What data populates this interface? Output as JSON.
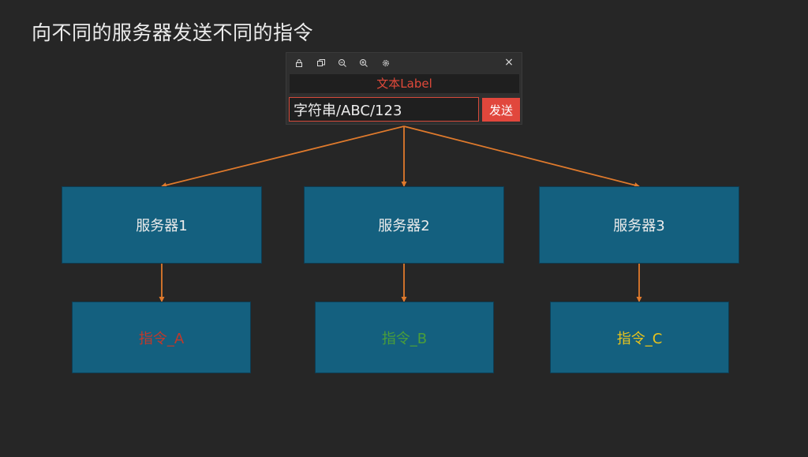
{
  "page_title": "向不同的服务器发送不同的指令",
  "widget": {
    "toolbar_icons": [
      "lock-icon",
      "copy-icon",
      "zoom-out-icon",
      "zoom-in-icon",
      "settings-icon"
    ],
    "close_glyph": "×",
    "text_label": "文本Label",
    "input_value": "字符串/ABC/123",
    "send_label": "发送"
  },
  "servers": [
    {
      "label": "服务器1"
    },
    {
      "label": "服务器2"
    },
    {
      "label": "服务器3"
    }
  ],
  "commands": [
    {
      "label": "指令_A",
      "color": "#c0392b"
    },
    {
      "label": "指令_B",
      "color": "#4a9e3a"
    },
    {
      "label": "指令_C",
      "color": "#e8c31c"
    }
  ],
  "colors": {
    "background": "#262626",
    "box_fill": "#14607f",
    "arrow": "#e07a2c",
    "accent": "#e1473c"
  }
}
